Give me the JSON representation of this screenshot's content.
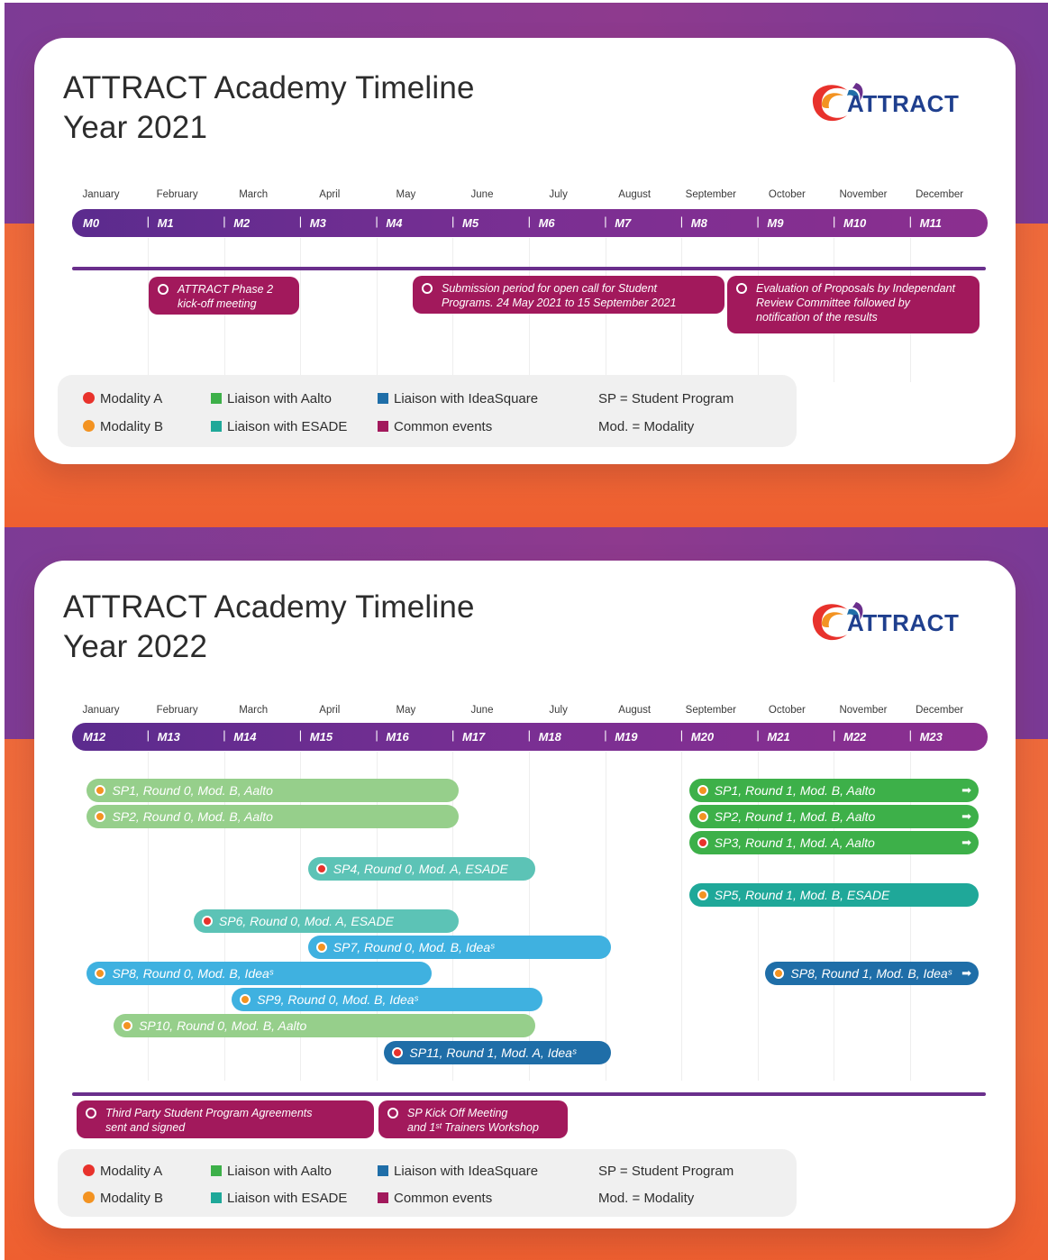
{
  "colors": {
    "modality_a": "#e8322c",
    "modality_b": "#f39322",
    "aalto": "#3db049",
    "aalto_light": "#96cf8b",
    "esade": "#1fa899",
    "esade_light": "#5cc3b6",
    "ideasquare": "#1f6ea8",
    "ideasquare_light": "#3fb1e0",
    "common": "#a2195c",
    "month_bar": "#6a2f8c"
  },
  "logo": {
    "text": "ATTRACT",
    "icon": "attract-swoosh-logo"
  },
  "months": [
    "January",
    "February",
    "March",
    "April",
    "May",
    "June",
    "July",
    "August",
    "September",
    "October",
    "November",
    "December"
  ],
  "legend": {
    "modality_a": "Modality A",
    "modality_b": "Modality B",
    "aalto": "Liaison with Aalto",
    "esade": "Liaison with ESADE",
    "ideasquare": "Liaison with IdeaSquare",
    "common": "Common events",
    "sp_note": "SP = Student Program",
    "mod_note": "Mod. = Modality"
  },
  "panels": [
    {
      "title_line1": "ATTRACT Academy Timeline",
      "title_line2": "Year 2021",
      "milestones": [
        "M0",
        "M1",
        "M2",
        "M3",
        "M4",
        "M5",
        "M6",
        "M7",
        "M8",
        "M9",
        "M10",
        "M11"
      ],
      "common_events": [
        {
          "line1": "ATTRACT Phase 2",
          "line2": "kick-off meeting"
        },
        {
          "line1": "Submission period for open call for Student",
          "line2": "Programs. 24 May 2021 to 15 September 2021"
        },
        {
          "line1": "Evaluation of Proposals by Independant",
          "line2": "Review Committee followed by",
          "line3": "notification of the results"
        }
      ]
    },
    {
      "title_line1": "ATTRACT Academy Timeline",
      "title_line2": "Year 2022",
      "milestones": [
        "M12",
        "M13",
        "M14",
        "M15",
        "M16",
        "M17",
        "M18",
        "M19",
        "M20",
        "M21",
        "M22",
        "M23"
      ],
      "programs": [
        {
          "label": "SP1, Round 0, Mod. B, Aalto",
          "start_month": 0.1,
          "end_month": 5.0,
          "modality": "B",
          "liaison": "aalto",
          "shade": "light",
          "continues": false
        },
        {
          "label": "SP2, Round 0, Mod. B, Aalto",
          "start_month": 0.1,
          "end_month": 5.0,
          "modality": "B",
          "liaison": "aalto",
          "shade": "light",
          "continues": false
        },
        {
          "label": "SP4, Round 0, Mod. A, ESADE",
          "start_month": 3.0,
          "end_month": 6.0,
          "modality": "A",
          "liaison": "esade",
          "shade": "light",
          "continues": false
        },
        {
          "label": "SP6, Round 0, Mod. A, ESADE",
          "start_month": 1.5,
          "end_month": 5.0,
          "modality": "A",
          "liaison": "esade",
          "shade": "light",
          "continues": false
        },
        {
          "label": "SP7, Round 0, Mod. B, Ideaˢ",
          "start_month": 3.0,
          "end_month": 7.0,
          "modality": "B",
          "liaison": "ideasquare",
          "shade": "light",
          "continues": false
        },
        {
          "label": "SP8, Round 0, Mod. B, Ideaˢ",
          "start_month": 0.1,
          "end_month": 4.65,
          "modality": "B",
          "liaison": "ideasquare",
          "shade": "light",
          "continues": false
        },
        {
          "label": "SP9, Round 0, Mod. B, Ideaˢ",
          "start_month": 2.0,
          "end_month": 6.1,
          "modality": "B",
          "liaison": "ideasquare",
          "shade": "light",
          "continues": false
        },
        {
          "label": "SP10, Round 0, Mod. B, Aalto",
          "start_month": 0.45,
          "end_month": 6.0,
          "modality": "B",
          "liaison": "aalto",
          "shade": "light",
          "continues": false
        },
        {
          "label": "SP11, Round 1, Mod. A, Ideaˢ",
          "start_month": 4.0,
          "end_month": 7.0,
          "modality": "A",
          "liaison": "ideasquare",
          "shade": "dark",
          "continues": false
        },
        {
          "label": "SP1, Round 1, Mod. B, Aalto",
          "start_month": 8.0,
          "end_month": 12.0,
          "modality": "B",
          "liaison": "aalto",
          "shade": "dark",
          "continues": true
        },
        {
          "label": "SP2, Round 1, Mod. B, Aalto",
          "start_month": 8.0,
          "end_month": 12.0,
          "modality": "B",
          "liaison": "aalto",
          "shade": "dark",
          "continues": true
        },
        {
          "label": "SP3, Round 1, Mod. A, Aalto",
          "start_month": 8.0,
          "end_month": 12.0,
          "modality": "A",
          "liaison": "aalto",
          "shade": "dark",
          "continues": true
        },
        {
          "label": "SP5, Round 1, Mod. B, ESADE",
          "start_month": 8.0,
          "end_month": 12.0,
          "modality": "B",
          "liaison": "esade",
          "shade": "dark",
          "continues": false
        },
        {
          "label": "SP8, Round 1, Mod. B, Ideaˢ",
          "start_month": 9.0,
          "end_month": 12.0,
          "modality": "B",
          "liaison": "ideasquare",
          "shade": "dark",
          "continues": true
        }
      ],
      "common_events": [
        {
          "line1": "Third Party Student Program Agreements",
          "line2": "sent and signed"
        },
        {
          "line1": "SP Kick Off Meeting",
          "line2": "and 1ˢᵗ Trainers Workshop"
        }
      ]
    }
  ]
}
